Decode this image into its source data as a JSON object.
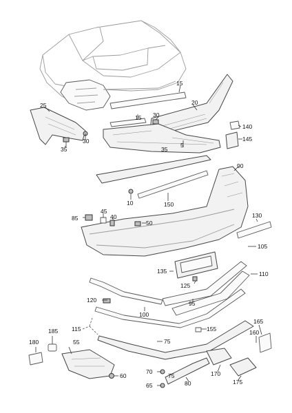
{
  "callouts": {
    "c5": "5",
    "c10": "10",
    "c15a": "15",
    "c15b": "15",
    "c20": "20",
    "c25": "25",
    "c30a": "30",
    "c30b": "30",
    "c35a": "35",
    "c35b": "35",
    "c40": "40",
    "c45": "45",
    "c50": "50",
    "c55": "55",
    "c60": "60",
    "c65": "65",
    "c70": "70",
    "c75a": "75",
    "c75b": "75",
    "c80": "80",
    "c85": "85",
    "c90": "90",
    "c95": "95",
    "c100": "100",
    "c105": "105",
    "c110": "110",
    "c115": "115",
    "c120": "120",
    "c125": "125",
    "c130": "130",
    "c135": "135",
    "c140": "140",
    "c145": "145",
    "c150": "150",
    "c155": "155",
    "c160": "160",
    "c165": "165",
    "c170": "170",
    "c175": "175",
    "c180": "180",
    "c185": "185"
  }
}
